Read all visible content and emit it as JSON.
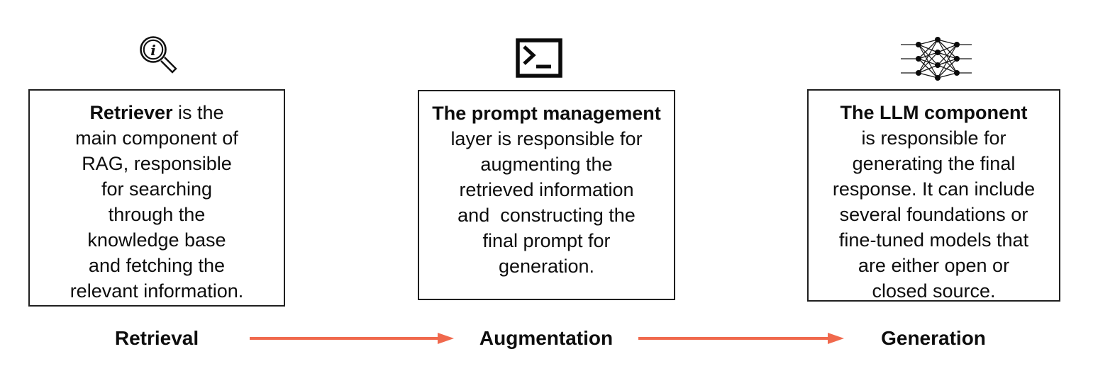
{
  "colors": {
    "arrow": "#F0694D",
    "border": "#1f1f1f",
    "text": "#0d0d0d",
    "background": "#ffffff"
  },
  "boxes": [
    {
      "id": "retrieval",
      "icon": "magnifier-info-icon",
      "heading_bold": "Retriever",
      "heading_rest": " is the",
      "body_lines": [
        "main component of",
        "RAG, responsible",
        "for searching",
        "through the",
        "knowledge base",
        "and fetching the",
        "relevant information."
      ],
      "label": "Retrieval"
    },
    {
      "id": "augmentation",
      "icon": "terminal-icon",
      "heading_bold": "The prompt management",
      "heading_rest": "",
      "body_lines": [
        "layer is responsible for",
        "augmenting the",
        "retrieved information",
        "and  constructing the",
        "final prompt for",
        "generation."
      ],
      "label": "Augmentation"
    },
    {
      "id": "generation",
      "icon": "neural-network-icon",
      "heading_bold": "The LLM component",
      "heading_rest": "",
      "body_lines": [
        "is responsible for",
        "generating the final",
        "response. It can include",
        "several foundations or",
        "fine-tuned models that",
        "are either open or",
        "closed source."
      ],
      "label": "Generation"
    }
  ]
}
